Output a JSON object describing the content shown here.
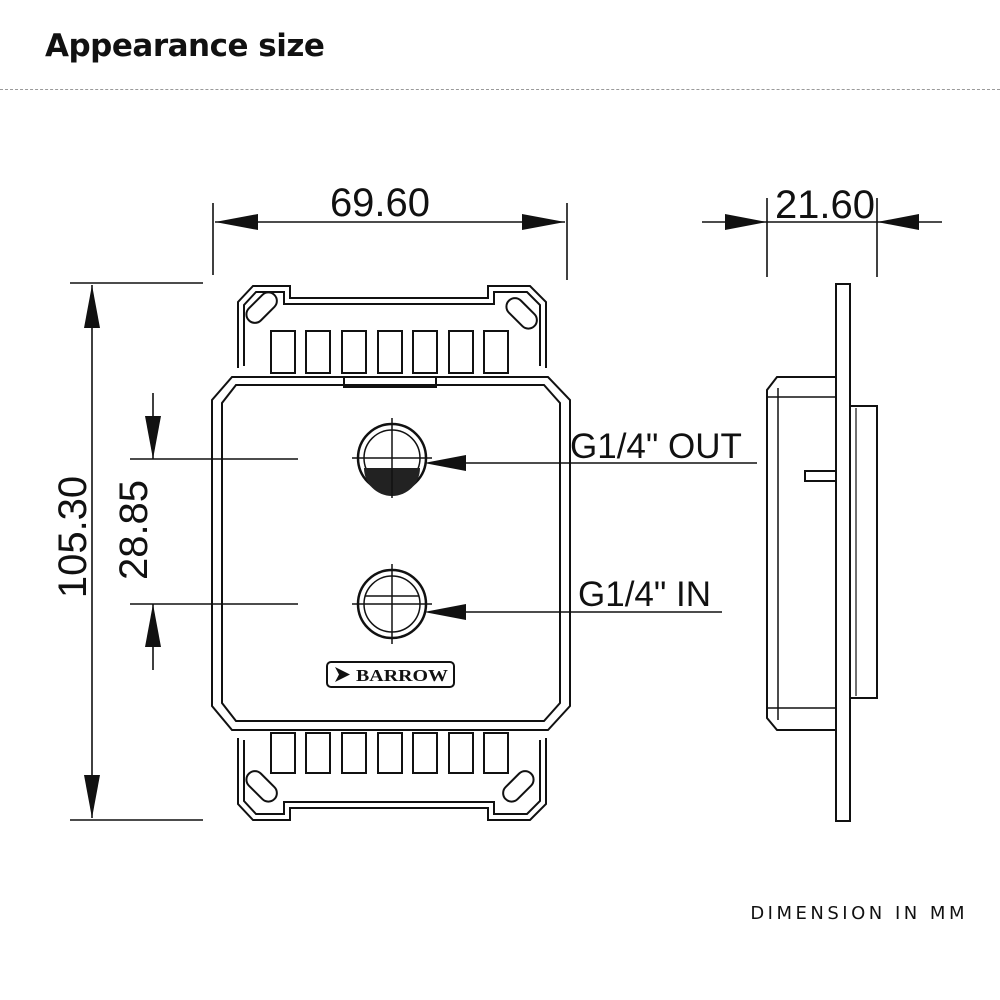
{
  "header": {
    "title": "Appearance size"
  },
  "dimensions": {
    "width": "69.60",
    "thickness": "21.60",
    "height": "105.30",
    "port_spacing": "28.85"
  },
  "ports": {
    "out_label": "G1/4\" OUT",
    "in_label": "G1/4\" IN"
  },
  "brand": {
    "logo_text": "BARROW"
  },
  "footer": {
    "note": "DIMENSION IN MM"
  },
  "colors": {
    "line": "#111111",
    "divider": "#9a9a9a",
    "background": "#ffffff"
  },
  "icons": [
    "arrowhead-icon",
    "crosshair-icon",
    "port-circle-icon",
    "barrow-logo-icon"
  ]
}
